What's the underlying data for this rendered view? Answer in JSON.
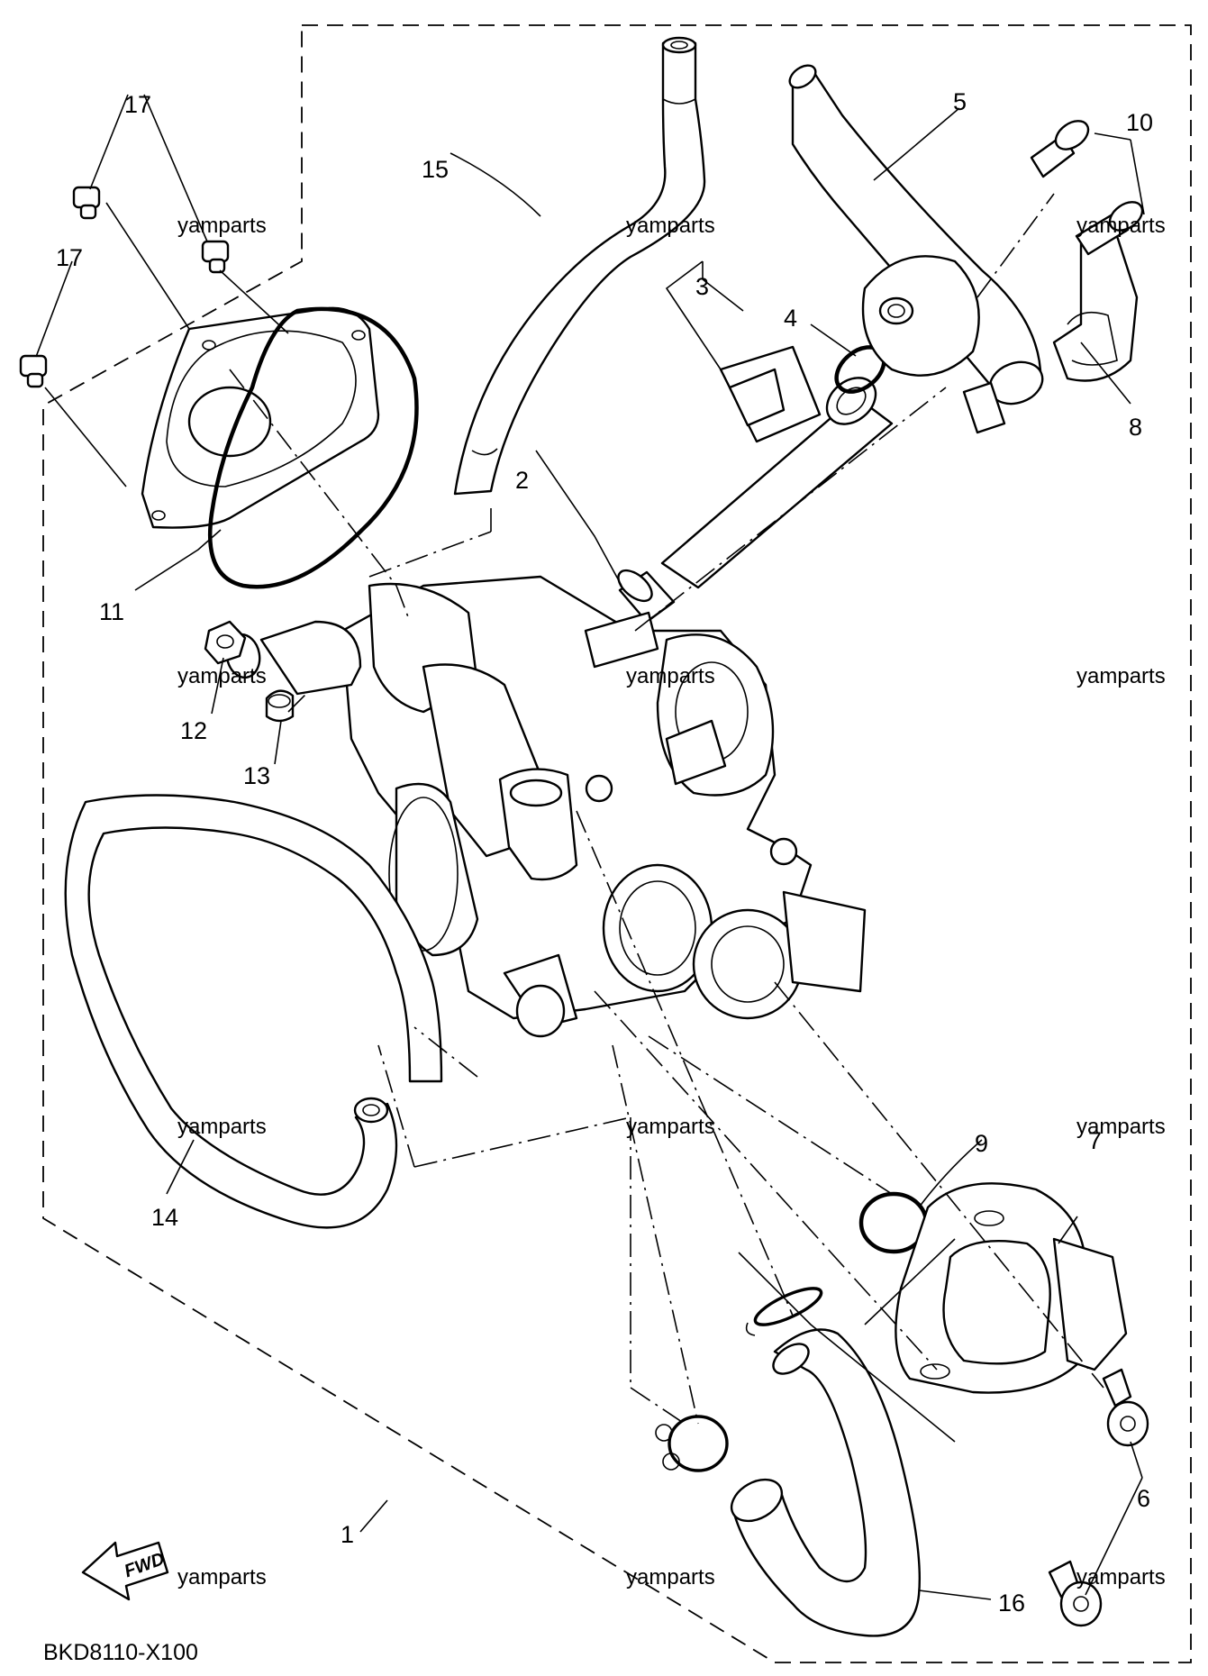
{
  "diagram": {
    "code": "BKD8110-X100",
    "direction_label": "FWD",
    "watermark": "yamparts",
    "callouts": [
      {
        "id": "c1",
        "label": "1"
      },
      {
        "id": "c2",
        "label": "2"
      },
      {
        "id": "c3",
        "label": "3"
      },
      {
        "id": "c4",
        "label": "4"
      },
      {
        "id": "c5",
        "label": "5"
      },
      {
        "id": "c6",
        "label": "6"
      },
      {
        "id": "c7",
        "label": "7"
      },
      {
        "id": "c8",
        "label": "8"
      },
      {
        "id": "c9",
        "label": "9"
      },
      {
        "id": "c10",
        "label": "10"
      },
      {
        "id": "c11",
        "label": "11"
      },
      {
        "id": "c12",
        "label": "12"
      },
      {
        "id": "c13",
        "label": "13"
      },
      {
        "id": "c14",
        "label": "14"
      },
      {
        "id": "c15",
        "label": "15"
      },
      {
        "id": "c16",
        "label": "16"
      },
      {
        "id": "c17a",
        "label": "17"
      },
      {
        "id": "c17b",
        "label": "17"
      }
    ]
  }
}
